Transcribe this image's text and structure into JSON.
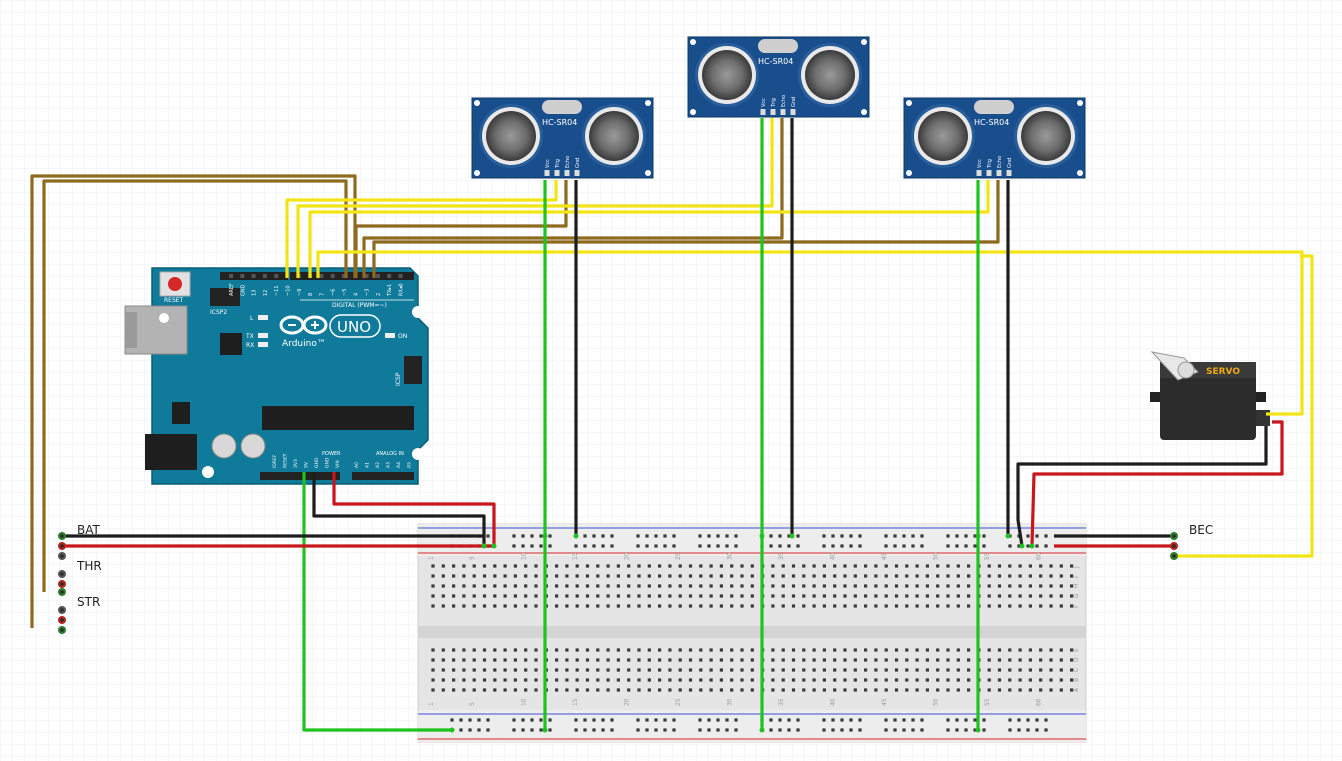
{
  "sensor_label": "HC-SR04",
  "sensor_pins": [
    "Vcc",
    "Trig",
    "Echo",
    "Gnd"
  ],
  "arduino": {
    "reset_label": "RESET",
    "icsp2_label": "ICSP2",
    "uno_label": "UNO",
    "brand_label": "Arduino™",
    "on_label": "ON",
    "l_label": "L",
    "tx_label": "TX",
    "rx_label": "RX",
    "icsp_label": "ICSP",
    "digital_label": "DIGITAL (PWM=~)",
    "power_label": "POWER",
    "analog_label": "ANALOG IN",
    "top_header_labels": [
      "AREF",
      "GND",
      "13",
      "12",
      "~11",
      "~10",
      "~9",
      "8",
      "7",
      "~6",
      "~5",
      "4",
      "~3",
      "2",
      "TX▸1",
      "RX◂0"
    ],
    "power_header_labels": [
      "IOREF",
      "RESET",
      "3V3",
      "5V",
      "GND",
      "GND",
      "VIN"
    ],
    "analog_header_labels": [
      "A0",
      "A1",
      "A2",
      "A3",
      "A4",
      "A5"
    ]
  },
  "servo_label": "SERVO",
  "connectors": {
    "bat": "BAT",
    "thr": "THR",
    "str": "STR",
    "bec": "BEC"
  },
  "breadboard": {
    "column_numbers": [
      "1",
      "5",
      "10",
      "15",
      "20",
      "25",
      "30",
      "35",
      "40",
      "45",
      "50",
      "55",
      "60"
    ],
    "row_letters_top": [
      "J",
      "I",
      "H",
      "G",
      "F"
    ],
    "row_letters_bottom": [
      "E",
      "D",
      "C",
      "B",
      "A"
    ]
  },
  "colors": {
    "wire_yellow": "#f2e516",
    "wire_brown": "#8d6a1f",
    "wire_green": "#1ec31e",
    "wire_black": "#1d1d1d",
    "wire_red": "#c8161c",
    "arduino_board": "#0f7a9a",
    "sensor_board": "#184e8b",
    "breadboard": "#e8e8e8"
  }
}
